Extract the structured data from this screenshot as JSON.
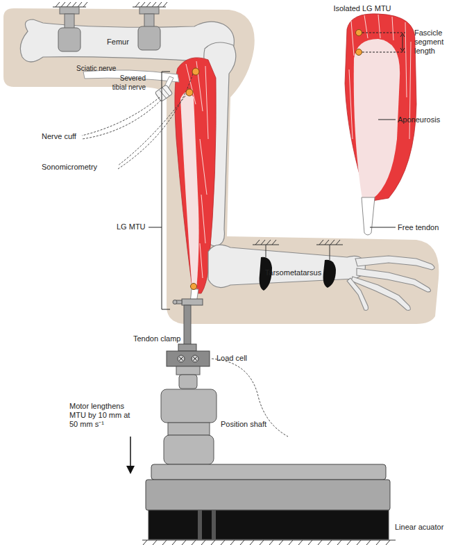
{
  "diagram": {
    "nodes": [
      {
        "text": [
          "Femur"
        ]
      },
      {
        "text": [
          "Tarsometatarsus"
        ]
      }
    ],
    "labels": [
      "Isolated LG MTU",
      "Fascicle segment length",
      "Sciatic nerve",
      "Severed tibial nerve",
      "Nerve cuff",
      "Sonomicrometry",
      "LG MTU",
      "Aponeurosis",
      "Free tendon",
      "Tendon clamp",
      "Load cell",
      "Motor lengthens MTU by 10 mm at 50 mm s⁻¹",
      "Position shaft",
      "Linear acuator"
    ]
  }
}
